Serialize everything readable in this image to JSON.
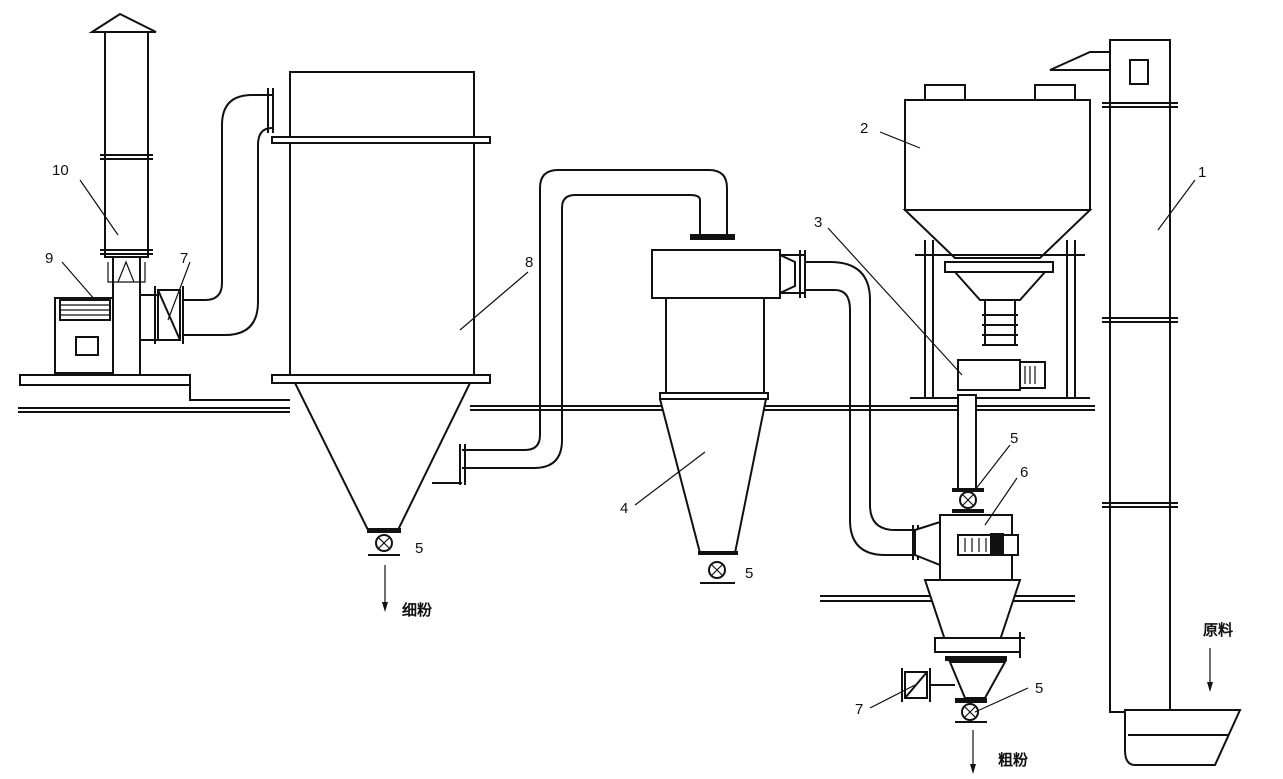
{
  "diagram": {
    "labels": {
      "elevator": "1",
      "silo": "2",
      "feeder": "3",
      "cyclone": "4",
      "valve_bag": "5",
      "valve_cyclone": "5",
      "valve_feed": "5",
      "valve_classifier": "5",
      "classifier": "6",
      "damper_fan": "7",
      "damper_classifier": "7",
      "bag_filter": "8",
      "fan": "9",
      "stack": "10"
    },
    "flows": {
      "fine_powder": "细粉",
      "raw_material": "原料",
      "coarse_powder": "粗粉"
    }
  }
}
